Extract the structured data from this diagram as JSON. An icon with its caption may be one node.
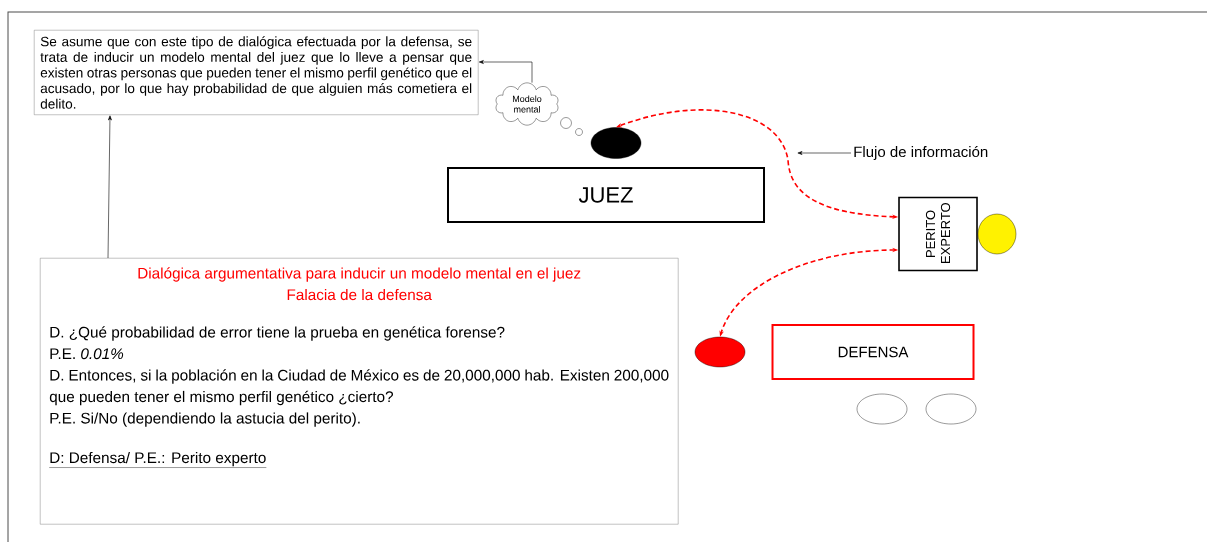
{
  "diagram": {
    "nodes": [
      {
        "text": [
          "Se asume que con este tipo de dialógica efectuada por la defensa, se trata de inducir un modelo mental del juez que lo lleve a pensar que existen otras personas que pueden tener el mismo perfil genético que el acusado, por lo que hay probabilidad de que alguien más cometiera el delito."
        ]
      },
      {
        "text": [
          "Modelo mental"
        ]
      },
      {
        "text": [],
        "shape": "circle"
      },
      {
        "text": [
          "JUEZ"
        ]
      },
      {
        "text": [
          "PERITO EXPERTO"
        ]
      },
      {
        "text": [],
        "shape": "circle"
      },
      {
        "text": [
          "Dialógica argumentativa para inducir un modelo mental en el juez",
          "Falacia de la defensa",
          "D. ¿Qué probabilidad de error tiene la prueba en genética forense?",
          "P.E. *0.01%*",
          "D. Entonces, si la población en la Ciudad de México es de 20,000,000 hab. Existen 200,000 que pueden tener el mismo perfil genético ¿cierto?",
          "P.E. Si/No (dependiendo la astucia del perito).",
          "D: Defensa/ P.E.: Perito experto"
        ]
      },
      {
        "text": [],
        "shape": "circle"
      },
      {
        "text": [
          "DEFENSA"
        ]
      },
      {
        "text": [],
        "shape": "circle"
      },
      {
        "text": [],
        "shape": "circle"
      },
      {
        "text": [
          "Flujo de información"
        ]
      }
    ],
    "edges": [
      {
        "from": 1,
        "to": 0,
        "arrow": "to"
      },
      {
        "from": 6,
        "to": 0,
        "arrow": "to"
      },
      {
        "from": 4,
        "to": 2,
        "arrow": "both",
        "style": "dashed",
        "color": "#ff0000"
      },
      {
        "from": 4,
        "to": 7,
        "arrow": "both",
        "style": "dashed",
        "color": "#ff0000"
      },
      {
        "from": 11,
        "to": null,
        "arrow": "to"
      }
    ]
  }
}
